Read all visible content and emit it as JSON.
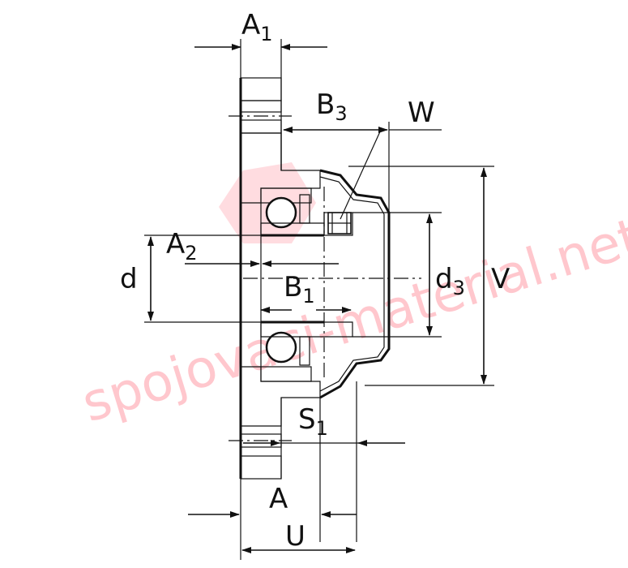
{
  "labels": {
    "A1": {
      "main": "A",
      "sub": "1"
    },
    "B3": {
      "main": "B",
      "sub": "3"
    },
    "W": {
      "main": "W"
    },
    "A2": {
      "main": "A",
      "sub": "2"
    },
    "d": {
      "main": "d"
    },
    "B1": {
      "main": "B",
      "sub": "1"
    },
    "d3": {
      "main": "d",
      "sub": "3"
    },
    "V": {
      "main": "V"
    },
    "S1": {
      "main": "S",
      "sub": "1"
    },
    "A": {
      "main": "A"
    },
    "U": {
      "main": "U"
    }
  },
  "watermark": {
    "text": "spojovaci-material.net"
  },
  "colors": {
    "line": "#111111",
    "watermark": "#ff9aa6",
    "background": "#ffffff"
  }
}
